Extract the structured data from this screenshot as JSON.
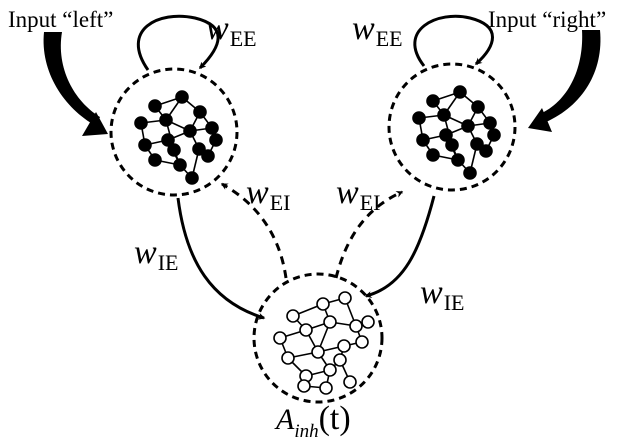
{
  "inputs": {
    "left": "Input “left”",
    "right": "Input “right”"
  },
  "weights": {
    "w": "w",
    "ee": "EE",
    "ei": "EI",
    "ie": "IE"
  },
  "inhibitory": {
    "symbol": "A",
    "subscript": "inh",
    "arg": "(t)"
  }
}
